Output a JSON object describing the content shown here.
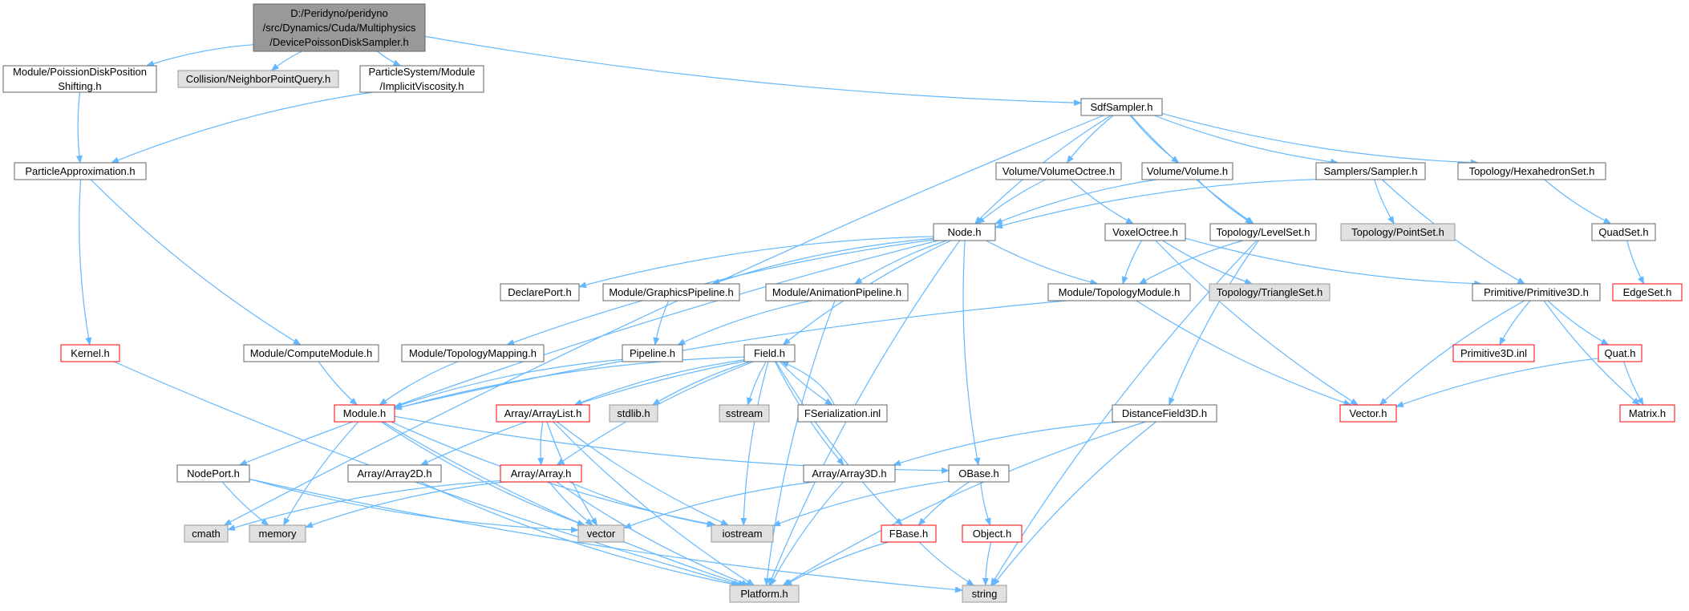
{
  "diagram": {
    "colors": {
      "edge": "#63b8ff",
      "root_fill": "#999999",
      "root_stroke": "#666666",
      "normal_fill": "#ffffff",
      "normal_stroke": "#666666",
      "external_fill": "#e0e0e0",
      "external_stroke": "#999999",
      "truncated_fill": "#ffffff",
      "truncated_stroke": "#ff0000"
    },
    "nodes": [
      {
        "id": "root",
        "lines": [
          "D:/Peridyno/peridyno",
          "/src/Dynamics/Cuda/Multiphysics",
          "/DevicePoissonDiskSampler.h"
        ],
        "style": "root"
      },
      {
        "id": "poisson",
        "lines": [
          "Module/PoissionDiskPosition",
          "Shifting.h"
        ],
        "style": "normal"
      },
      {
        "id": "collision",
        "lines": [
          "Collision/NeighborPointQuery.h"
        ],
        "style": "external"
      },
      {
        "id": "viscosity",
        "lines": [
          "ParticleSystem/Module",
          "/ImplicitViscosity.h"
        ],
        "style": "normal"
      },
      {
        "id": "sdfsampler",
        "lines": [
          "SdfSampler.h"
        ],
        "style": "normal"
      },
      {
        "id": "particleapprox",
        "lines": [
          "ParticleApproximation.h"
        ],
        "style": "normal"
      },
      {
        "id": "volumeoctree",
        "lines": [
          "Volume/VolumeOctree.h"
        ],
        "style": "normal"
      },
      {
        "id": "volume",
        "lines": [
          "Volume/Volume.h"
        ],
        "style": "normal"
      },
      {
        "id": "samplers",
        "lines": [
          "Samplers/Sampler.h"
        ],
        "style": "normal"
      },
      {
        "id": "hexaset",
        "lines": [
          "Topology/HexahedronSet.h"
        ],
        "style": "normal"
      },
      {
        "id": "node",
        "lines": [
          "Node.h"
        ],
        "style": "normal"
      },
      {
        "id": "voxeloctree",
        "lines": [
          "VoxelOctree.h"
        ],
        "style": "normal"
      },
      {
        "id": "levelset",
        "lines": [
          "Topology/LevelSet.h"
        ],
        "style": "normal"
      },
      {
        "id": "pointset",
        "lines": [
          "Topology/PointSet.h"
        ],
        "style": "external"
      },
      {
        "id": "quadset",
        "lines": [
          "QuadSet.h"
        ],
        "style": "normal"
      },
      {
        "id": "edgeset",
        "lines": [
          "EdgeSet.h"
        ],
        "style": "truncated"
      },
      {
        "id": "declareport",
        "lines": [
          "DeclarePort.h"
        ],
        "style": "normal"
      },
      {
        "id": "graphicspipe",
        "lines": [
          "Module/GraphicsPipeline.h"
        ],
        "style": "normal"
      },
      {
        "id": "animpipe",
        "lines": [
          "Module/AnimationPipeline.h"
        ],
        "style": "normal"
      },
      {
        "id": "topomodule",
        "lines": [
          "Module/TopologyModule.h"
        ],
        "style": "normal"
      },
      {
        "id": "triangleset",
        "lines": [
          "Topology/TriangleSet.h"
        ],
        "style": "external"
      },
      {
        "id": "primitive3d",
        "lines": [
          "Primitive/Primitive3D.h"
        ],
        "style": "normal"
      },
      {
        "id": "kernel",
        "lines": [
          "Kernel.h"
        ],
        "style": "truncated"
      },
      {
        "id": "computemodule",
        "lines": [
          "Module/ComputeModule.h"
        ],
        "style": "normal"
      },
      {
        "id": "topomapping",
        "lines": [
          "Module/TopologyMapping.h"
        ],
        "style": "normal"
      },
      {
        "id": "pipeline",
        "lines": [
          "Pipeline.h"
        ],
        "style": "normal"
      },
      {
        "id": "field",
        "lines": [
          "Field.h"
        ],
        "style": "normal"
      },
      {
        "id": "primitive3dinl",
        "lines": [
          "Primitive3D.inl"
        ],
        "style": "truncated"
      },
      {
        "id": "quat",
        "lines": [
          "Quat.h"
        ],
        "style": "truncated"
      },
      {
        "id": "module",
        "lines": [
          "Module.h"
        ],
        "style": "truncated"
      },
      {
        "id": "arraylist",
        "lines": [
          "Array/ArrayList.h"
        ],
        "style": "truncated"
      },
      {
        "id": "stdlib",
        "lines": [
          "stdlib.h"
        ],
        "style": "external"
      },
      {
        "id": "sstream",
        "lines": [
          "sstream"
        ],
        "style": "external"
      },
      {
        "id": "fserial",
        "lines": [
          "FSerialization.inl"
        ],
        "style": "normal"
      },
      {
        "id": "distfield",
        "lines": [
          "DistanceField3D.h"
        ],
        "style": "normal"
      },
      {
        "id": "vector_h",
        "lines": [
          "Vector.h"
        ],
        "style": "truncated"
      },
      {
        "id": "matrix",
        "lines": [
          "Matrix.h"
        ],
        "style": "truncated"
      },
      {
        "id": "nodeport",
        "lines": [
          "NodePort.h"
        ],
        "style": "normal"
      },
      {
        "id": "array2d",
        "lines": [
          "Array/Array2D.h"
        ],
        "style": "normal"
      },
      {
        "id": "array",
        "lines": [
          "Array/Array.h"
        ],
        "style": "truncated"
      },
      {
        "id": "array3d",
        "lines": [
          "Array/Array3D.h"
        ],
        "style": "normal"
      },
      {
        "id": "obase",
        "lines": [
          "OBase.h"
        ],
        "style": "normal"
      },
      {
        "id": "cmath",
        "lines": [
          "cmath"
        ],
        "style": "external"
      },
      {
        "id": "memory",
        "lines": [
          "memory"
        ],
        "style": "external"
      },
      {
        "id": "vector",
        "lines": [
          "vector"
        ],
        "style": "external"
      },
      {
        "id": "iostream",
        "lines": [
          "iostream"
        ],
        "style": "external"
      },
      {
        "id": "fbase",
        "lines": [
          "FBase.h"
        ],
        "style": "truncated"
      },
      {
        "id": "object",
        "lines": [
          "Object.h"
        ],
        "style": "truncated"
      },
      {
        "id": "platform",
        "lines": [
          "Platform.h"
        ],
        "style": "external"
      },
      {
        "id": "string",
        "lines": [
          "string"
        ],
        "style": "external"
      }
    ],
    "edges": [
      [
        "root",
        "poisson"
      ],
      [
        "root",
        "collision"
      ],
      [
        "root",
        "viscosity"
      ],
      [
        "root",
        "sdfsampler"
      ],
      [
        "poisson",
        "particleapprox"
      ],
      [
        "viscosity",
        "particleapprox"
      ],
      [
        "particleapprox",
        "kernel"
      ],
      [
        "particleapprox",
        "computemodule"
      ],
      [
        "sdfsampler",
        "volumeoctree"
      ],
      [
        "sdfsampler",
        "volume"
      ],
      [
        "sdfsampler",
        "samplers"
      ],
      [
        "sdfsampler",
        "hexaset"
      ],
      [
        "sdfsampler",
        "node"
      ],
      [
        "sdfsampler",
        "levelset"
      ],
      [
        "sdfsampler",
        "cmath"
      ],
      [
        "volumeoctree",
        "node"
      ],
      [
        "volumeoctree",
        "voxeloctree"
      ],
      [
        "volume",
        "node"
      ],
      [
        "volume",
        "levelset"
      ],
      [
        "samplers",
        "node"
      ],
      [
        "samplers",
        "pointset"
      ],
      [
        "samplers",
        "primitive3d"
      ],
      [
        "hexaset",
        "quadset"
      ],
      [
        "quadset",
        "edgeset"
      ],
      [
        "node",
        "declareport"
      ],
      [
        "node",
        "graphicspipe"
      ],
      [
        "node",
        "animpipe"
      ],
      [
        "node",
        "topomodule"
      ],
      [
        "node",
        "topomapping"
      ],
      [
        "node",
        "field"
      ],
      [
        "node",
        "nodeport"
      ],
      [
        "node",
        "obase"
      ],
      [
        "node",
        "platform"
      ],
      [
        "voxeloctree",
        "topomodule"
      ],
      [
        "voxeloctree",
        "triangleset"
      ],
      [
        "voxeloctree",
        "primitive3d"
      ],
      [
        "voxeloctree",
        "vector_h"
      ],
      [
        "levelset",
        "topomodule"
      ],
      [
        "levelset",
        "distfield"
      ],
      [
        "levelset",
        "string"
      ],
      [
        "graphicspipe",
        "pipeline"
      ],
      [
        "animpipe",
        "pipeline"
      ],
      [
        "animpipe",
        "platform"
      ],
      [
        "topomodule",
        "module"
      ],
      [
        "topomodule",
        "vector_h"
      ],
      [
        "primitive3d",
        "primitive3dinl"
      ],
      [
        "primitive3d",
        "quat"
      ],
      [
        "primitive3d",
        "vector_h"
      ],
      [
        "primitive3d",
        "matrix"
      ],
      [
        "quat",
        "vector_h"
      ],
      [
        "quat",
        "matrix"
      ],
      [
        "kernel",
        "platform"
      ],
      [
        "computemodule",
        "module"
      ],
      [
        "topomapping",
        "module"
      ],
      [
        "pipeline",
        "module"
      ],
      [
        "field",
        "module"
      ],
      [
        "field",
        "arraylist"
      ],
      [
        "field",
        "stdlib"
      ],
      [
        "field",
        "sstream"
      ],
      [
        "field",
        "fserial"
      ],
      [
        "field",
        "array2d"
      ],
      [
        "field",
        "array"
      ],
      [
        "field",
        "array3d"
      ],
      [
        "field",
        "fbase"
      ],
      [
        "field",
        "iostream"
      ],
      [
        "fserial",
        "field"
      ],
      [
        "module",
        "memory"
      ],
      [
        "module",
        "platform"
      ],
      [
        "module",
        "vector"
      ],
      [
        "module",
        "iostream"
      ],
      [
        "module",
        "obase"
      ],
      [
        "arraylist",
        "array"
      ],
      [
        "arraylist",
        "vector"
      ],
      [
        "arraylist",
        "iostream"
      ],
      [
        "arraylist",
        "platform"
      ],
      [
        "distfield",
        "array3d"
      ],
      [
        "distfield",
        "platform"
      ],
      [
        "distfield",
        "string"
      ],
      [
        "nodeport",
        "memory"
      ],
      [
        "nodeport",
        "vector"
      ],
      [
        "nodeport",
        "string"
      ],
      [
        "array2d",
        "platform"
      ],
      [
        "array",
        "cmath"
      ],
      [
        "array",
        "memory"
      ],
      [
        "array",
        "vector"
      ],
      [
        "array",
        "iostream"
      ],
      [
        "array",
        "platform"
      ],
      [
        "array3d",
        "vector"
      ],
      [
        "array3d",
        "platform"
      ],
      [
        "obase",
        "iostream"
      ],
      [
        "obase",
        "fbase"
      ],
      [
        "obase",
        "object"
      ],
      [
        "fbase",
        "platform"
      ],
      [
        "fbase",
        "string"
      ],
      [
        "object",
        "string"
      ]
    ]
  }
}
